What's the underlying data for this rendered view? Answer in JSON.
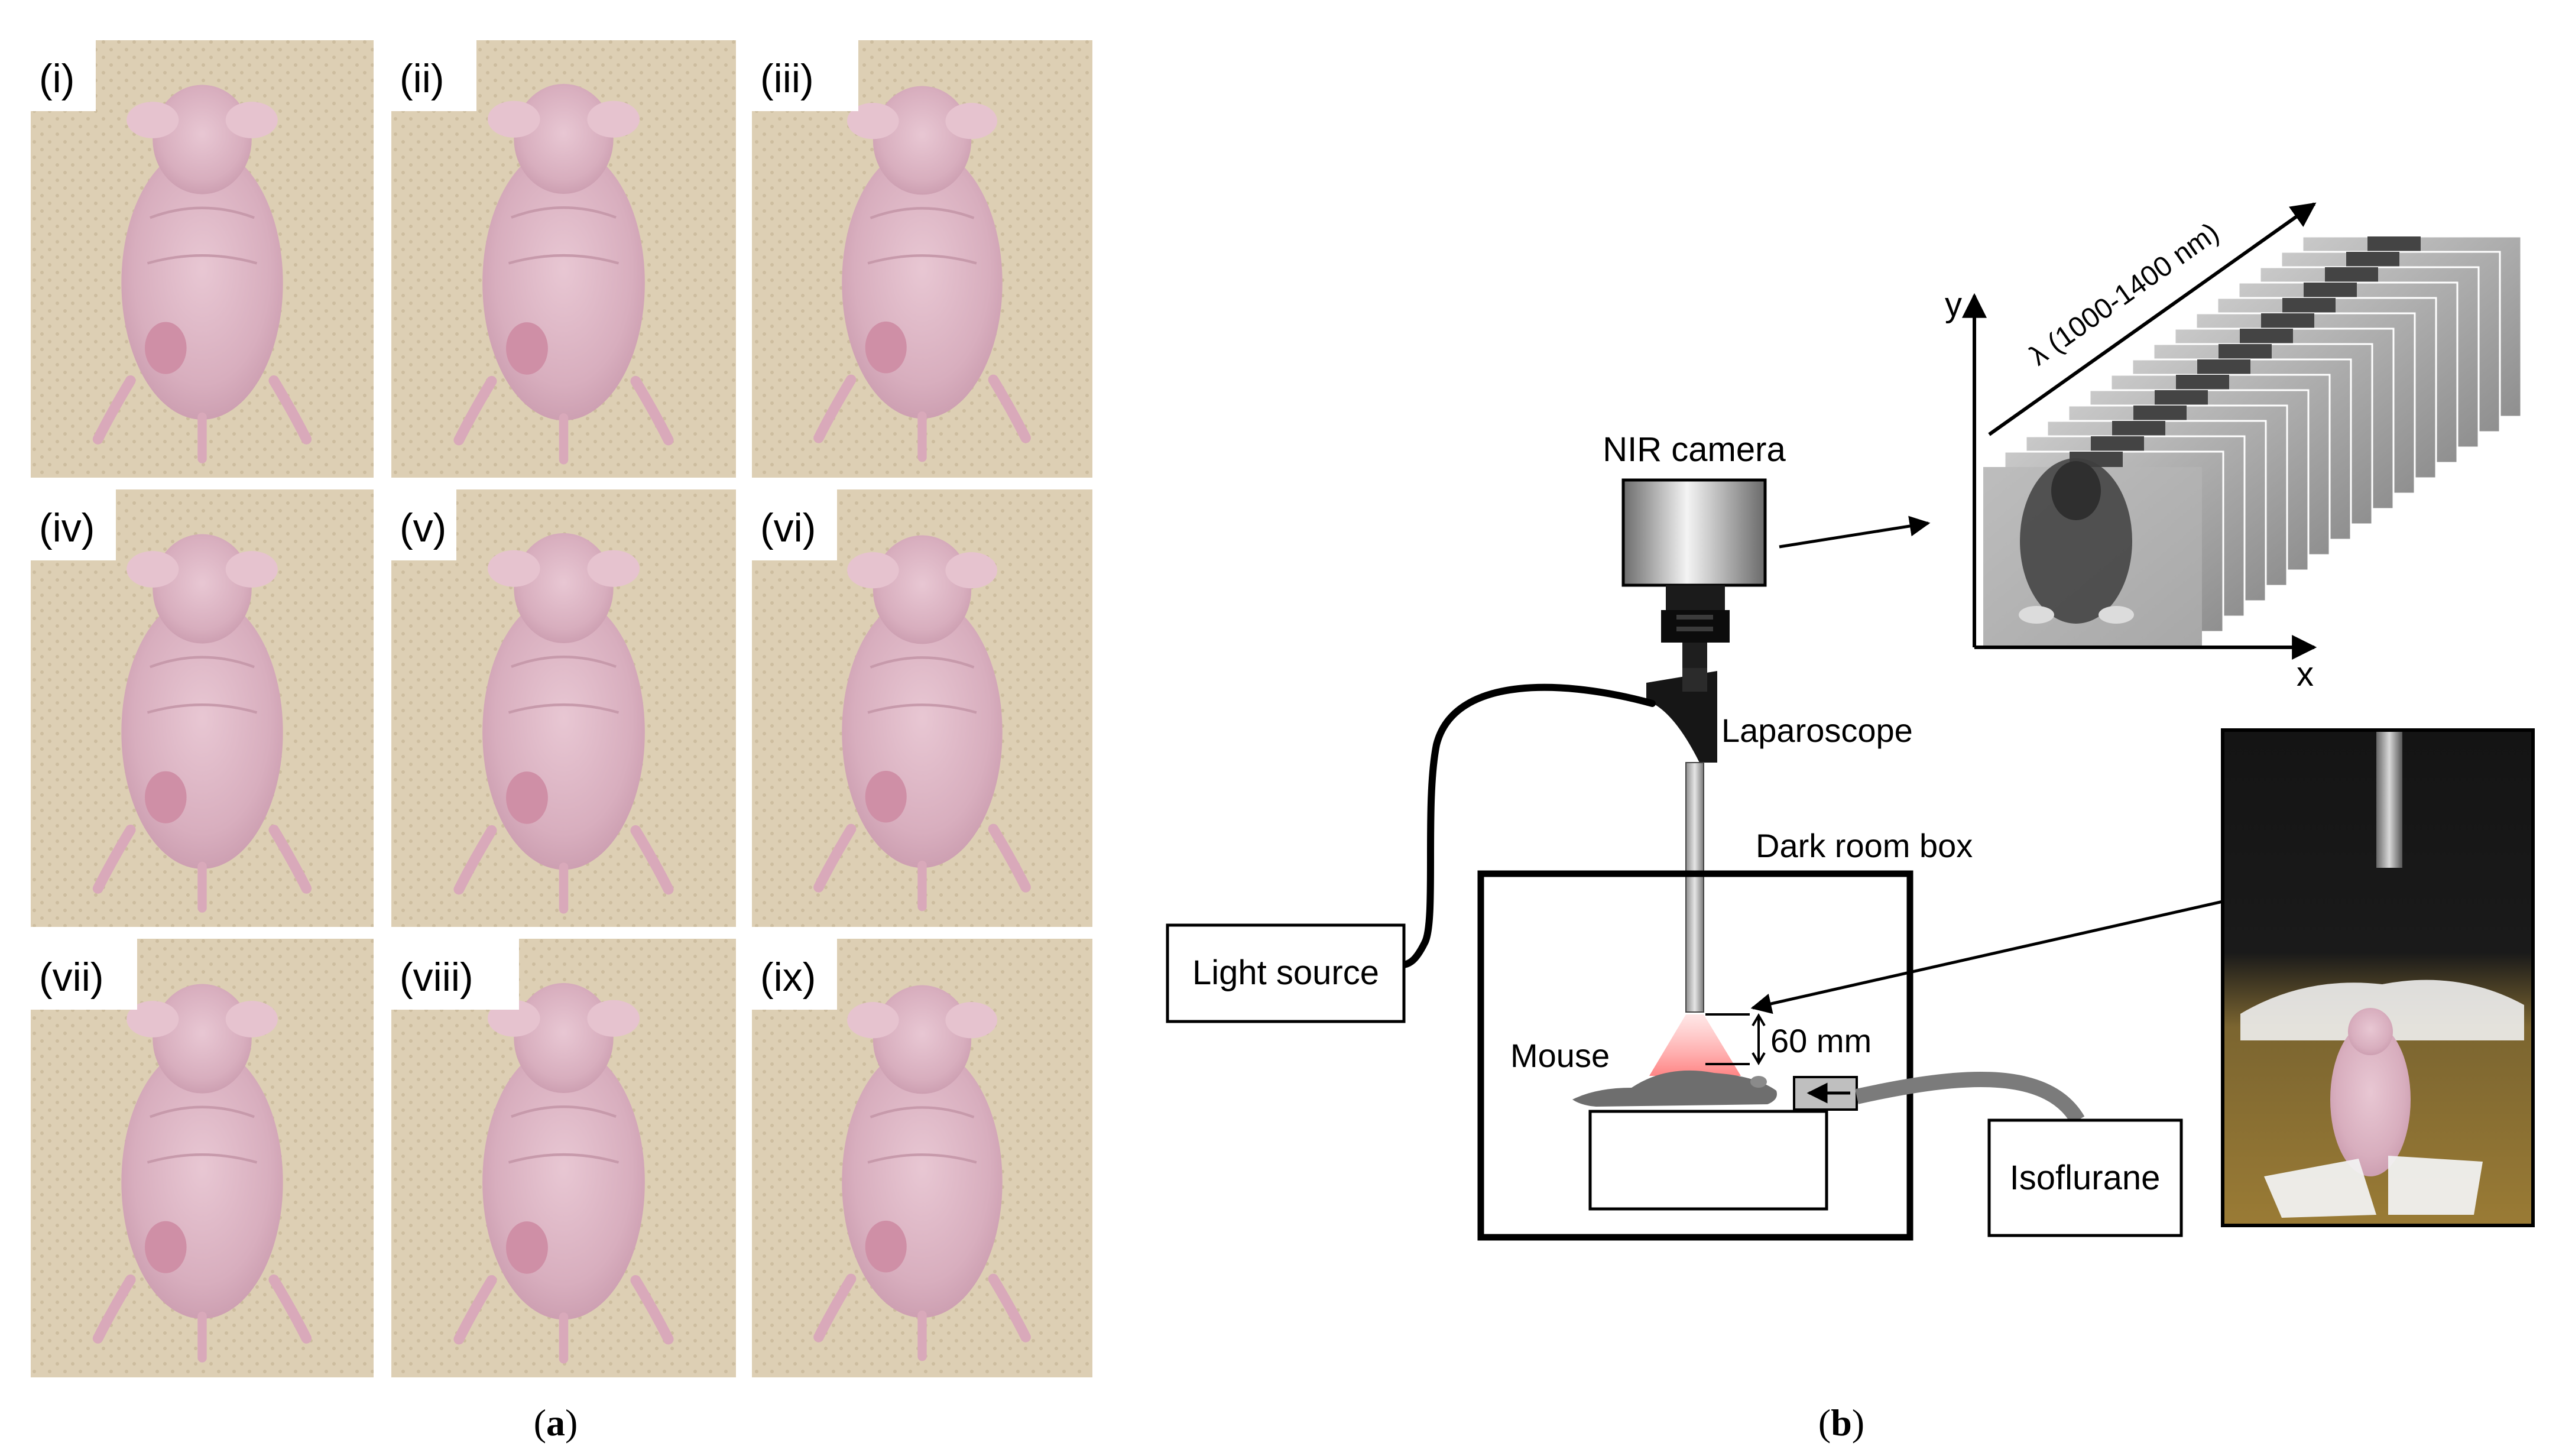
{
  "panel_a": {
    "caption_open": "(",
    "caption_letter": "a",
    "caption_close": ")",
    "photos": [
      {
        "label": "(i)"
      },
      {
        "label": "(ii)"
      },
      {
        "label": "(iii)"
      },
      {
        "label": "(iv)"
      },
      {
        "label": "(v)"
      },
      {
        "label": "(vi)"
      },
      {
        "label": "(vii)"
      },
      {
        "label": "(viii)"
      },
      {
        "label": "(ix)"
      }
    ]
  },
  "panel_b": {
    "caption_open": "(",
    "caption_letter": "b",
    "caption_close": ")",
    "nir_camera_label": "NIR camera",
    "laparoscope_label": "Laparoscope",
    "dark_room_box_label": "Dark room box",
    "light_source_label": "Light source",
    "mouse_label": "Mouse",
    "distance_label": "60 mm",
    "isoflurane_label": "Isoflurane",
    "cube": {
      "y_axis_label": "y",
      "x_axis_label": "x",
      "wavelength_label": "λ (1000-1400 nm)"
    }
  }
}
